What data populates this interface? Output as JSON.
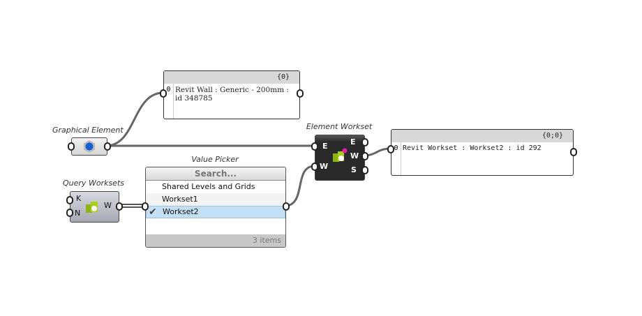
{
  "panel1": {
    "path": "{0}",
    "index": "0",
    "text": "Revit Wall : Generic - 200mm : id 348785"
  },
  "graphical_element": {
    "label": "Graphical Element"
  },
  "element_workset": {
    "label": "Element Workset",
    "inputs": [
      "E",
      "W"
    ],
    "outputs": [
      "E",
      "W",
      "S"
    ]
  },
  "panel2": {
    "path": "{0;0}",
    "index": "0",
    "text": "Revit Workset : Workset2 : id 292"
  },
  "query_worksets": {
    "label": "Query Worksets",
    "inputs": [
      "K",
      "N"
    ],
    "outputs": [
      "W"
    ]
  },
  "value_picker": {
    "label": "Value Picker",
    "search": "Search...",
    "items": [
      "Shared Levels and Grids",
      "Workset1",
      "Workset2"
    ],
    "selected": "Workset2",
    "footer": "3 items"
  }
}
